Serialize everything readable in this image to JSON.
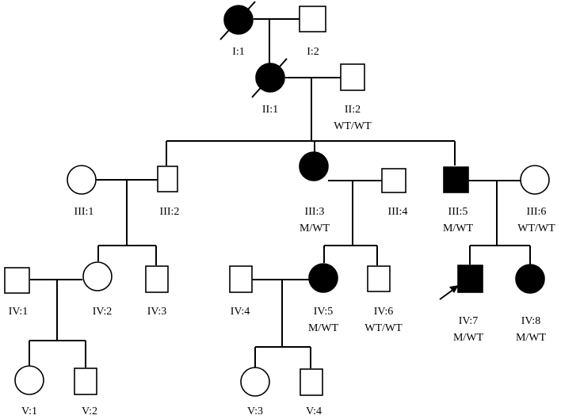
{
  "individuals": [
    {
      "id": "I:1",
      "sex": "female",
      "affected": true,
      "deceased": true,
      "genotype": ""
    },
    {
      "id": "I:2",
      "sex": "male",
      "affected": false,
      "deceased": false,
      "genotype": ""
    },
    {
      "id": "II:1",
      "sex": "female",
      "affected": true,
      "deceased": true,
      "genotype": ""
    },
    {
      "id": "II:2",
      "sex": "male",
      "affected": false,
      "deceased": false,
      "genotype": "WT/WT"
    },
    {
      "id": "III:1",
      "sex": "female",
      "affected": false,
      "deceased": false,
      "genotype": ""
    },
    {
      "id": "III:2",
      "sex": "male",
      "affected": false,
      "deceased": false,
      "genotype": ""
    },
    {
      "id": "III:3",
      "sex": "female",
      "affected": true,
      "deceased": false,
      "genotype": "M/WT"
    },
    {
      "id": "III:4",
      "sex": "male",
      "affected": false,
      "deceased": false,
      "genotype": ""
    },
    {
      "id": "III:5",
      "sex": "male",
      "affected": true,
      "deceased": false,
      "genotype": "M/WT"
    },
    {
      "id": "III:6",
      "sex": "female",
      "affected": false,
      "deceased": false,
      "genotype": "WT/WT"
    },
    {
      "id": "IV:1",
      "sex": "male",
      "affected": false,
      "deceased": false,
      "genotype": ""
    },
    {
      "id": "IV:2",
      "sex": "female",
      "affected": false,
      "deceased": false,
      "genotype": ""
    },
    {
      "id": "IV:3",
      "sex": "male",
      "affected": false,
      "deceased": false,
      "genotype": ""
    },
    {
      "id": "IV:4",
      "sex": "male",
      "affected": false,
      "deceased": false,
      "genotype": ""
    },
    {
      "id": "IV:5",
      "sex": "female",
      "affected": true,
      "deceased": false,
      "genotype": "M/WT"
    },
    {
      "id": "IV:6",
      "sex": "male",
      "affected": false,
      "deceased": false,
      "genotype": "WT/WT"
    },
    {
      "id": "IV:7",
      "sex": "male",
      "affected": true,
      "deceased": false,
      "genotype": "M/WT",
      "proband": true
    },
    {
      "id": "IV:8",
      "sex": "female",
      "affected": true,
      "deceased": false,
      "genotype": "M/WT"
    },
    {
      "id": "V:1",
      "sex": "female",
      "affected": false,
      "deceased": false,
      "genotype": ""
    },
    {
      "id": "V:2",
      "sex": "male",
      "affected": false,
      "deceased": false,
      "genotype": ""
    },
    {
      "id": "V:3",
      "sex": "female",
      "affected": false,
      "deceased": false,
      "genotype": ""
    },
    {
      "id": "V:4",
      "sex": "male",
      "affected": false,
      "deceased": false,
      "genotype": ""
    }
  ],
  "colors": {
    "line": "#000000",
    "affected_fill": "#000000",
    "unaffected_fill": "#ffffff"
  }
}
